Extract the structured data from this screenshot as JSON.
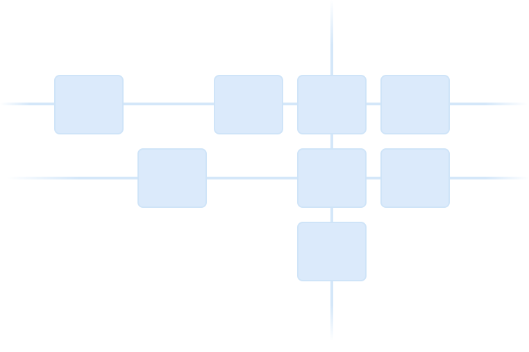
{
  "colors": {
    "background": "#ffffff",
    "node_fill": "#dbeafb",
    "node_border": "#cfe4f8",
    "connector": "#d4e7f9"
  },
  "diagram": {
    "nodes": [
      {
        "id": "node-row1-a",
        "label": ""
      },
      {
        "id": "node-row1-b",
        "label": ""
      },
      {
        "id": "node-row1-c",
        "label": ""
      },
      {
        "id": "node-row1-d",
        "label": ""
      },
      {
        "id": "node-row2-a",
        "label": ""
      },
      {
        "id": "node-row2-b",
        "label": ""
      },
      {
        "id": "node-row2-c",
        "label": ""
      },
      {
        "id": "node-row3-a",
        "label": ""
      }
    ],
    "links": [
      {
        "from": "left-edge",
        "to": "node-row1-a"
      },
      {
        "from": "node-row1-a",
        "to": "node-row1-b"
      },
      {
        "from": "node-row1-b",
        "to": "node-row1-c"
      },
      {
        "from": "node-row1-c",
        "to": "node-row1-d"
      },
      {
        "from": "node-row1-d",
        "to": "right-edge"
      },
      {
        "from": "left-edge",
        "to": "node-row2-a"
      },
      {
        "from": "node-row2-a",
        "to": "node-row2-b"
      },
      {
        "from": "node-row2-b",
        "to": "node-row2-c"
      },
      {
        "from": "node-row2-c",
        "to": "right-edge"
      },
      {
        "from": "top-edge",
        "to": "node-row1-c"
      },
      {
        "from": "node-row1-c",
        "to": "node-row2-b"
      },
      {
        "from": "node-row2-b",
        "to": "node-row3-a"
      },
      {
        "from": "node-row3-a",
        "to": "bottom-edge"
      }
    ]
  }
}
